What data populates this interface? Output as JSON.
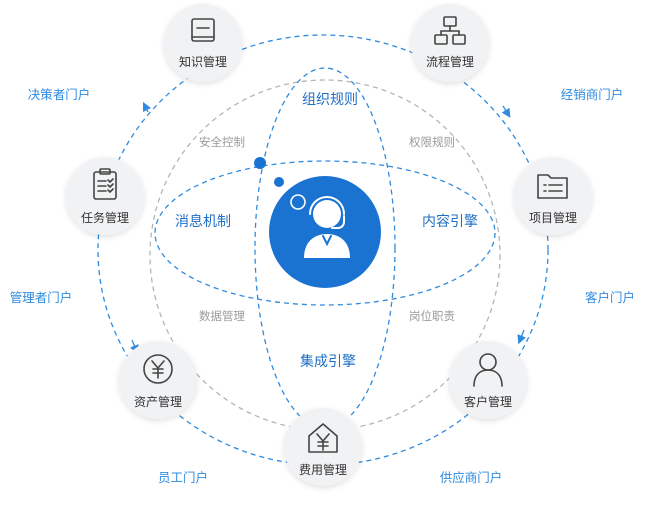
{
  "nodes": {
    "knowledge": "知识管理",
    "process": "流程管理",
    "project": "项目管理",
    "customer": "客户管理",
    "expense": "费用管理",
    "asset": "资产管理",
    "task": "任务管理"
  },
  "portals": {
    "decision": "决策者门户",
    "distributor": "经销商门户",
    "customer": "客户门户",
    "supplier": "供应商门户",
    "employee": "员工门户",
    "manager": "管理者门户"
  },
  "inner": {
    "org_rules": "组织规则",
    "content_engine": "内容引擎",
    "integration_engine": "集成引擎",
    "message_mechanism": "消息机制"
  },
  "gray": {
    "security": "安全控制",
    "permission": "权限规则",
    "data_mgmt": "数据管理",
    "post_duty": "岗位职责"
  },
  "colors": {
    "accent": "#1a73d1",
    "dash_blue": "#2f8be0",
    "dash_gray": "#b5b5b5"
  }
}
